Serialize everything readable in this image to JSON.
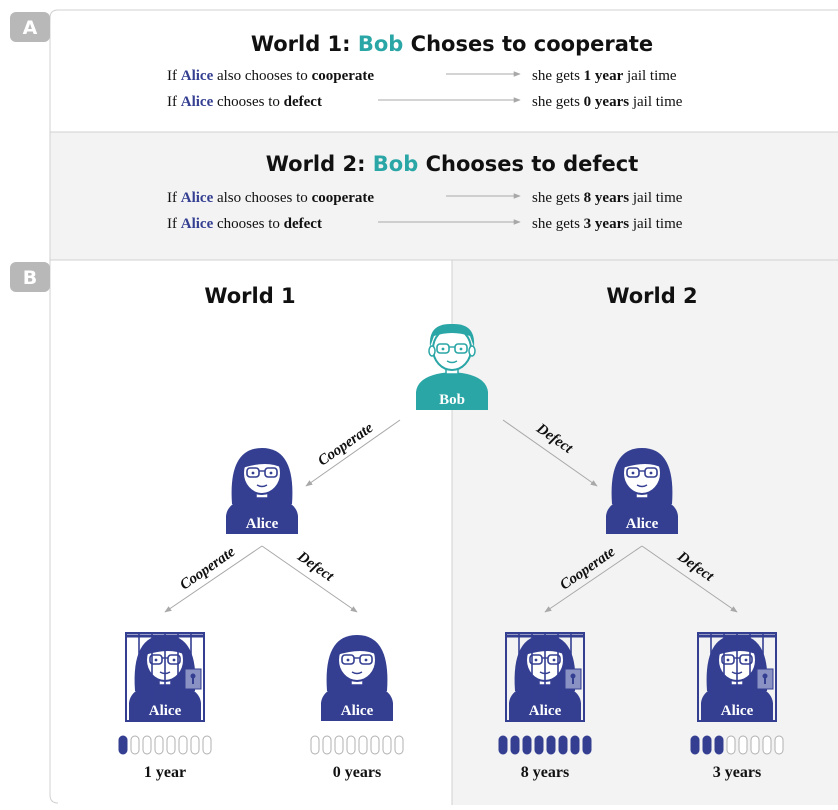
{
  "colors": {
    "bob": "#2aa6a6",
    "alice": "#343f92",
    "text": "#111111",
    "arrow": "#a8a8a8",
    "panel_alt": "#f3f3f3",
    "badge": "#b8b8b8"
  },
  "panel_a": {
    "badge": "A",
    "world1": {
      "title_prefix": "World 1: ",
      "title_name": "Bob",
      "title_suffix": " Choses to cooperate",
      "rows": [
        {
          "prefix": "If ",
          "name": "Alice",
          "mid": " also chooses to ",
          "action": "cooperate",
          "result_prefix": "she gets ",
          "result_bold": "1 year",
          "result_suffix": " jail time"
        },
        {
          "prefix": "If ",
          "name": "Alice",
          "mid": " chooses to ",
          "action": "defect",
          "result_prefix": "she gets ",
          "result_bold": "0 years",
          "result_suffix": " jail time"
        }
      ]
    },
    "world2": {
      "title_prefix": "World 2: ",
      "title_name": "Bob",
      "title_suffix": " Chooses to defect",
      "rows": [
        {
          "prefix": "If ",
          "name": "Alice",
          "mid": " also chooses to ",
          "action": "cooperate",
          "result_prefix": "she gets ",
          "result_bold": "8 years",
          "result_suffix": " jail time"
        },
        {
          "prefix": "If ",
          "name": "Alice",
          "mid": " chooses to ",
          "action": "defect",
          "result_prefix": "she gets ",
          "result_bold": "3 years",
          "result_suffix": " jail time"
        }
      ]
    }
  },
  "panel_b": {
    "badge": "B",
    "world1_title": "World 1",
    "world2_title": "World 2",
    "bob_label": "Bob",
    "alice_label": "Alice",
    "edge_cooperate": "Cooperate",
    "edge_defect": "Defect",
    "outcomes": [
      {
        "label": "1 year",
        "filled": 1,
        "total": 8,
        "jailed": true
      },
      {
        "label": "0 years",
        "filled": 0,
        "total": 8,
        "jailed": false
      },
      {
        "label": "8 years",
        "filled": 8,
        "total": 8,
        "jailed": true
      },
      {
        "label": "3 years",
        "filled": 3,
        "total": 8,
        "jailed": true
      }
    ]
  }
}
